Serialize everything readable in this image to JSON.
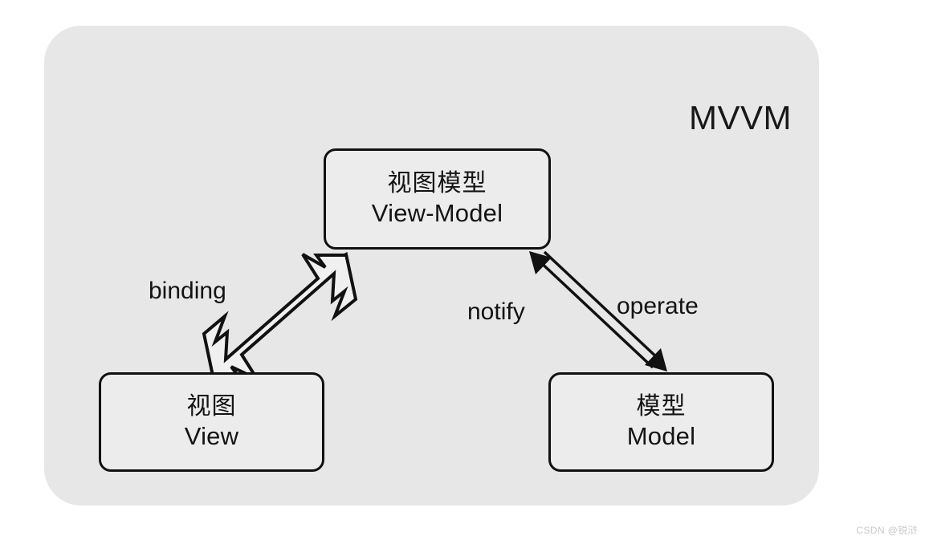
{
  "diagram": {
    "title": "MVVM",
    "background_color": "#e7e7e7",
    "node_fill_color": "#ececec",
    "node_border_color": "#111111",
    "text_color": "#141414",
    "nodes": [
      {
        "id": "view-model",
        "cn": "视图模型",
        "en": "View-Model"
      },
      {
        "id": "view",
        "cn": "视图",
        "en": "View"
      },
      {
        "id": "model",
        "cn": "模型",
        "en": "Model"
      }
    ],
    "edges": [
      {
        "id": "binding",
        "label": "binding",
        "from": "view",
        "to": "view-model",
        "style": "hollow-double-headed",
        "direction": "bidirectional"
      },
      {
        "id": "notify",
        "label": "notify",
        "from": "model",
        "to": "view-model",
        "style": "thin-line-solid-head",
        "direction": "up-left"
      },
      {
        "id": "operate",
        "label": "operate",
        "from": "view-model",
        "to": "model",
        "style": "thin-line-solid-head",
        "direction": "down-right"
      }
    ]
  },
  "watermark": {
    "text": "CSDN @锐浒"
  }
}
